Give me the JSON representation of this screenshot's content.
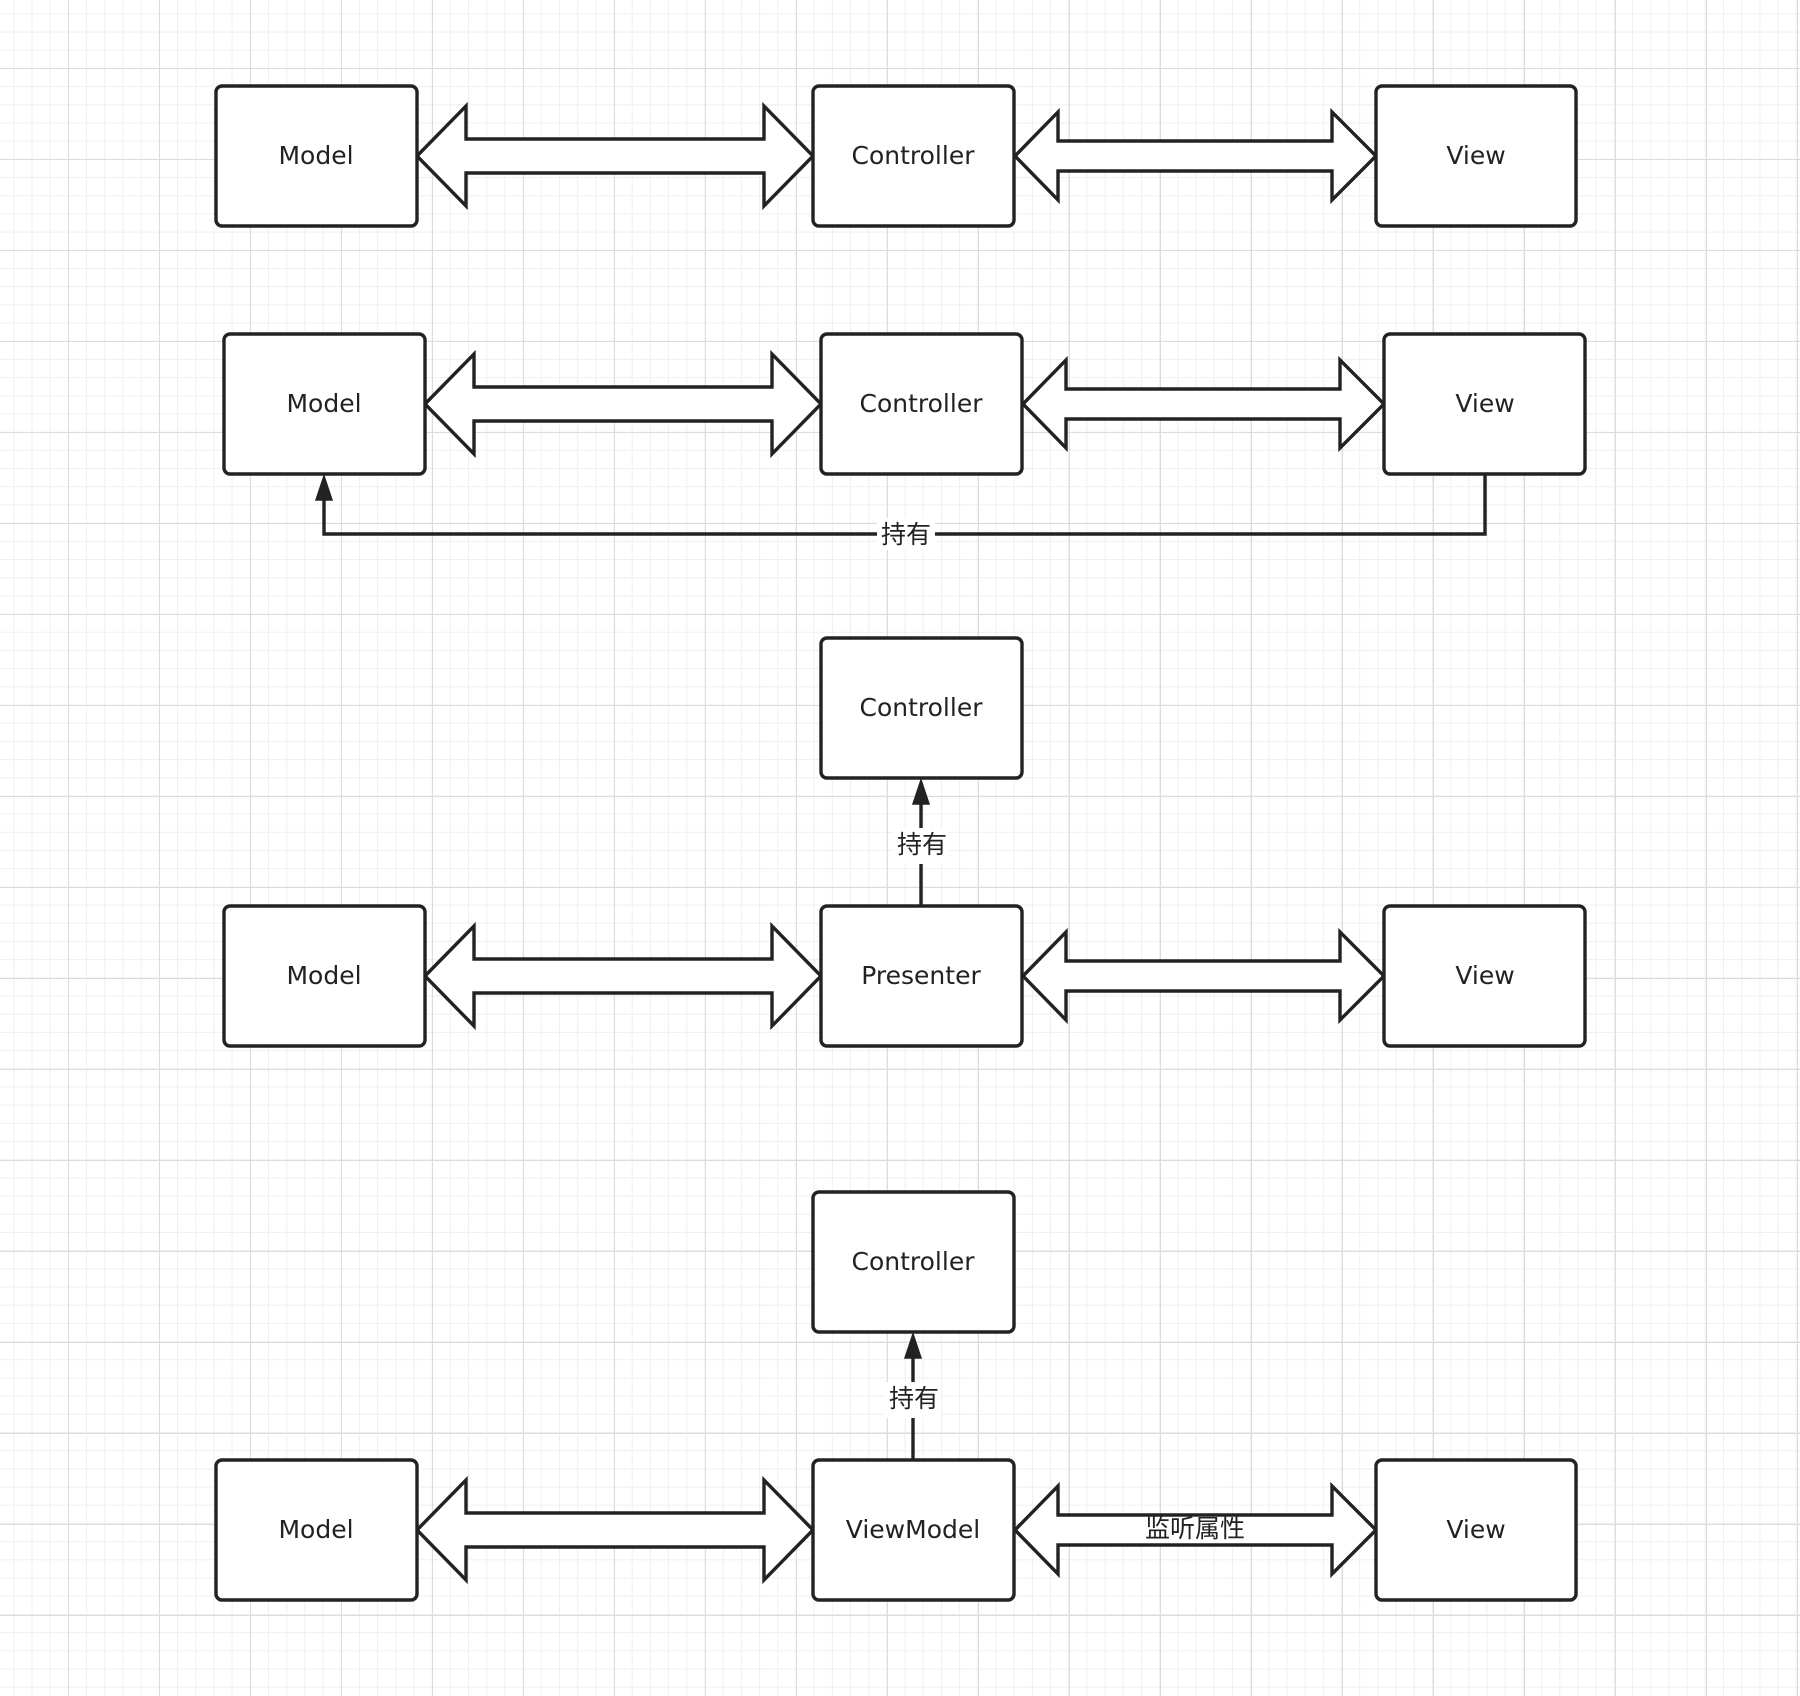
{
  "diagrams": [
    {
      "boxes": {
        "left": "Model",
        "center": "Controller",
        "right": "View"
      }
    },
    {
      "boxes": {
        "left": "Model",
        "center": "Controller",
        "right": "View"
      },
      "edge_label": "持有"
    },
    {
      "top_box": "Controller",
      "up_label": "持有",
      "boxes": {
        "left": "Model",
        "center": "Presenter",
        "right": "View"
      }
    },
    {
      "top_box": "Controller",
      "up_label": "持有",
      "boxes": {
        "left": "Model",
        "center": "ViewModel",
        "right": "View"
      },
      "right_arrow_label": "监听属性"
    }
  ]
}
